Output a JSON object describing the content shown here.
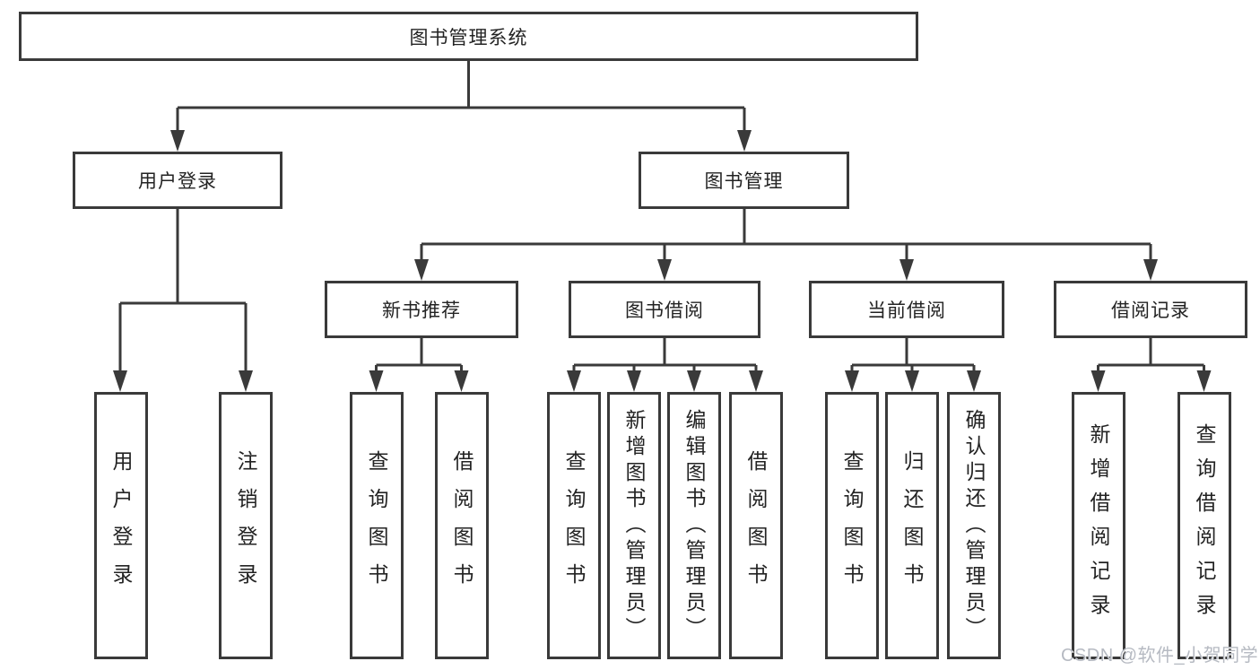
{
  "diagram": {
    "title_note": "",
    "root": {
      "label": "图书管理系统"
    },
    "branches": [
      {
        "label": "用户登录",
        "leaves": [
          {
            "label": "用户登录"
          },
          {
            "label": "注销登录"
          }
        ]
      },
      {
        "label": "图书管理",
        "groups": [
          {
            "label": "新书推荐",
            "leaves": [
              {
                "label": "查询图书"
              },
              {
                "label": "借阅图书"
              }
            ]
          },
          {
            "label": "图书借阅",
            "leaves": [
              {
                "label": "查询图书"
              },
              {
                "label": "新增图书（管理员）"
              },
              {
                "label": "编辑图书（管理员）"
              },
              {
                "label": "借阅图书"
              }
            ]
          },
          {
            "label": "当前借阅",
            "leaves": [
              {
                "label": "查询图书"
              },
              {
                "label": "归还图书"
              },
              {
                "label": "确认归还（管理员）"
              }
            ]
          },
          {
            "label": "借阅记录",
            "leaves": [
              {
                "label": "新增借阅记录"
              },
              {
                "label": "查询借阅记录"
              }
            ]
          }
        ]
      }
    ]
  },
  "watermark": {
    "text": "CSDN @软件_小贺同学"
  },
  "colors": {
    "line": "#3a3a3a",
    "text": "#232323",
    "background": "#ffffff",
    "watermark": "#b6bac2"
  }
}
